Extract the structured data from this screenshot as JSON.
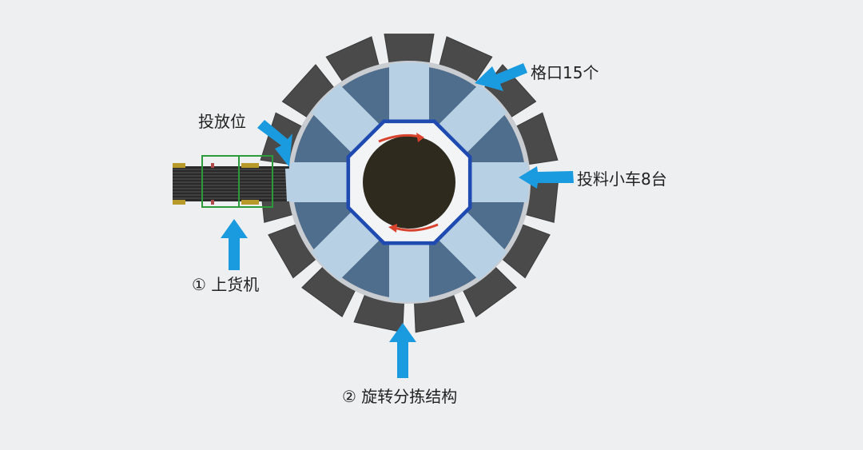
{
  "labels": {
    "chutes": "格口15个",
    "drop_position": "投放位",
    "carts": "投料小车8台",
    "loader": "① 上货机",
    "rotary": "② 旋转分拣结构"
  },
  "structure": {
    "chute_count": 15,
    "cart_count": 8
  },
  "colors": {
    "background": "#eeeff0",
    "chute": "#4a4a4a",
    "chute_outline": "#3a3a3a",
    "ring_dark": "#4f6e8e",
    "cart": "#b8d0e4",
    "hub_border": "#1f4bb0",
    "hub": "#f2f4f6",
    "hub_core": "#2e2a1e",
    "rotation_arrow": "#d8432e",
    "callout_arrow": "#1a9be0",
    "loader_belt": "#2a2a2a",
    "loader_frame": "#2a9a3a",
    "loader_roller": "#b89a2a"
  }
}
